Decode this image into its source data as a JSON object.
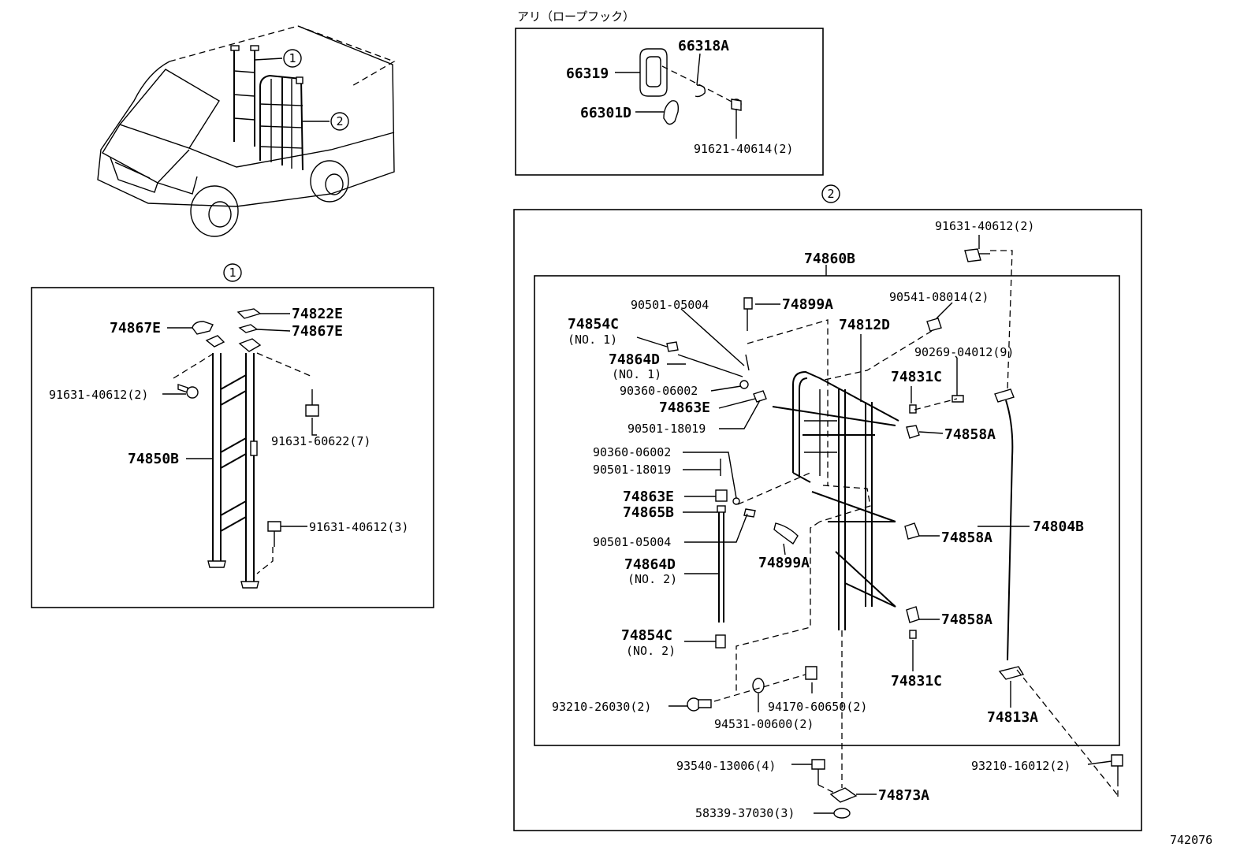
{
  "diagram_id": "742076",
  "top_note": "アリ（ロープフック）",
  "callouts": {
    "one": "1",
    "two": "2"
  },
  "box_a": {
    "p66318A": "66318A",
    "p66319": "66319",
    "p66301D": "66301D",
    "p91621": "91621-40614(2)"
  },
  "box1": {
    "p74822E": "74822E",
    "p74867E_left": "74867E",
    "p74867E_right": "74867E",
    "p91631_2": "91631-40612(2)",
    "p91631_7": "91631-60622(7)",
    "p74850B": "74850B",
    "p91631_3": "91631-40612(3)"
  },
  "box2": {
    "p91631_top": "91631-40612(2)",
    "p74860B": "74860B",
    "p90501_05004_a": "90501-05004",
    "p74899A_a": "74899A",
    "p90541": "90541-08014(2)",
    "p74854C_1": "74854C",
    "no1_a": "(NO. 1)",
    "p74812D": "74812D",
    "p90269": "90269-04012(9)",
    "p74864D_1": "74864D",
    "no1_b": "(NO. 1)",
    "p74831C_a": "74831C",
    "p90360_a": "90360-06002",
    "p74863E_a": "74863E",
    "p90501_18019_a": "90501-18019",
    "p74858A_a": "74858A",
    "p90360_b": "90360-06002",
    "p90501_18019_b": "90501-18019",
    "p74863E_b": "74863E",
    "p74865B": "74865B",
    "p74804B": "74804B",
    "p74858A_b": "74858A",
    "p90501_05004_b": "90501-05004",
    "p74899A_b": "74899A",
    "p74864D_2": "74864D",
    "no2_a": "(NO. 2)",
    "p74858A_c": "74858A",
    "p74854C_2": "74854C",
    "no2_b": "(NO. 2)",
    "p74831C_b": "74831C",
    "p74813A": "74813A",
    "p93210_26030": "93210-26030(2)",
    "p94170": "94170-60650(2)",
    "p94531": "94531-00600(2)",
    "p93540": "93540-13006(4)",
    "p93210_16012": "93210-16012(2)",
    "p74873A": "74873A",
    "p58339": "58339-37030(3)"
  }
}
